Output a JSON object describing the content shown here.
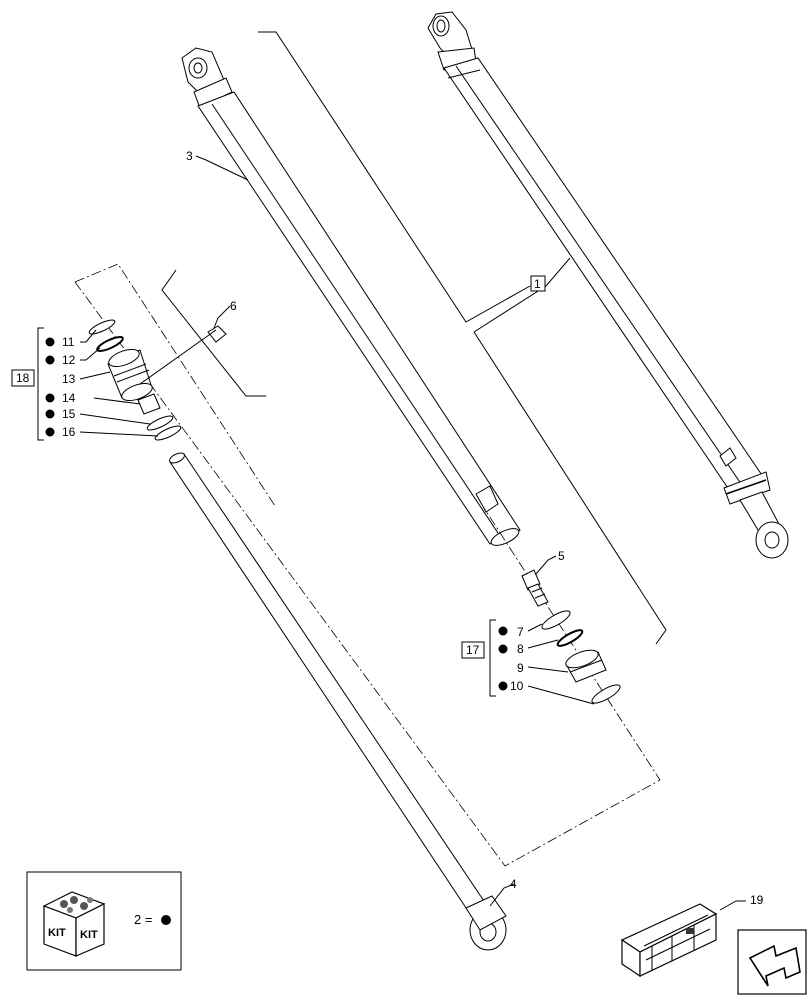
{
  "callouts": {
    "c1": "1",
    "c3": "3",
    "c4": "4",
    "c5": "5",
    "c6": "6",
    "c7": "7",
    "c8": "8",
    "c9": "9",
    "c10": "10",
    "c11": "11",
    "c12": "12",
    "c13": "13",
    "c14": "14",
    "c15": "15",
    "c16": "16",
    "c17": "17",
    "c18": "18",
    "c19": "19"
  },
  "legend": {
    "kit_word_1": "KIT",
    "kit_word_2": "KIT",
    "equation": "2 ="
  },
  "icons": {
    "kit_symbol": "kit-box-icon",
    "bullet": "filled-dot",
    "crate": "wooden-crate-icon",
    "navigation": "return-arrow-icon"
  }
}
